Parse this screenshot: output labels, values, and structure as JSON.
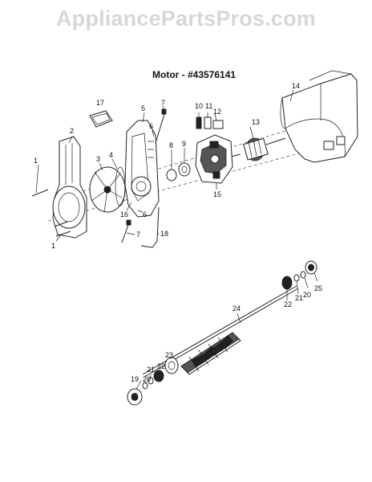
{
  "watermark": "AppliancePartsPros.com",
  "title": "Motor - #43576141",
  "callouts": [
    "1",
    "2",
    "3",
    "4",
    "5",
    "6",
    "7",
    "8",
    "9",
    "10",
    "11",
    "12",
    "13",
    "14",
    "15",
    "16",
    "6",
    "7",
    "18",
    "17",
    "1",
    "24",
    "22",
    "21",
    "20",
    "25",
    "23",
    "22",
    "21",
    "20",
    "19"
  ]
}
